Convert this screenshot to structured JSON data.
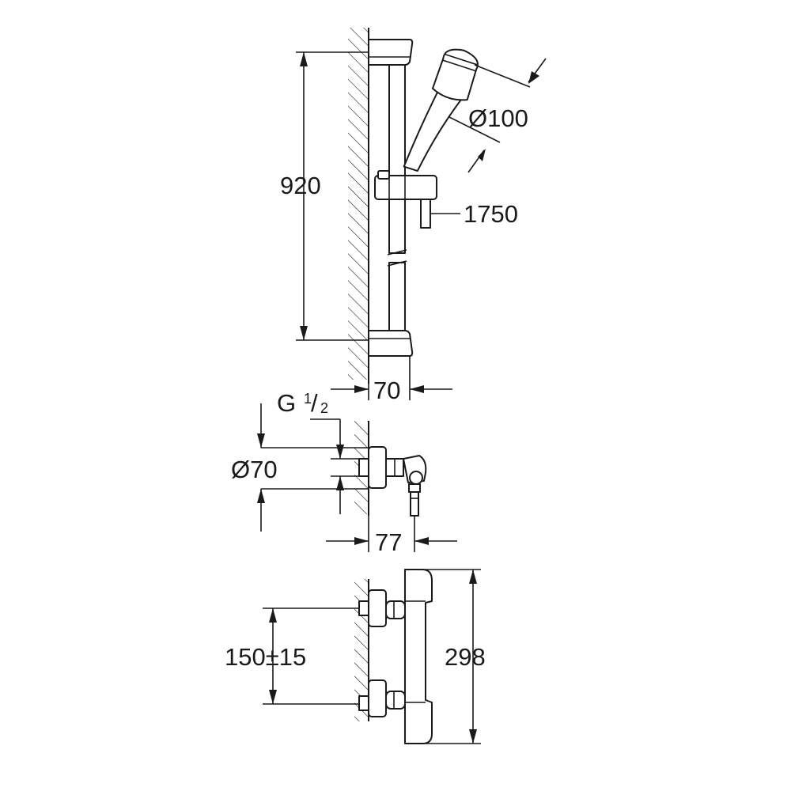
{
  "dimensions": {
    "bar_height": "920",
    "head_diameter": "Ø100",
    "hose_length": "1750",
    "bar_projection": "70",
    "thread_main": "G",
    "thread_num": "1",
    "thread_slash": "/",
    "thread_den": "2",
    "valve_diameter": "Ø70",
    "valve_projection": "77",
    "inlet_spacing": "150±15",
    "thermostat_height": "298"
  }
}
